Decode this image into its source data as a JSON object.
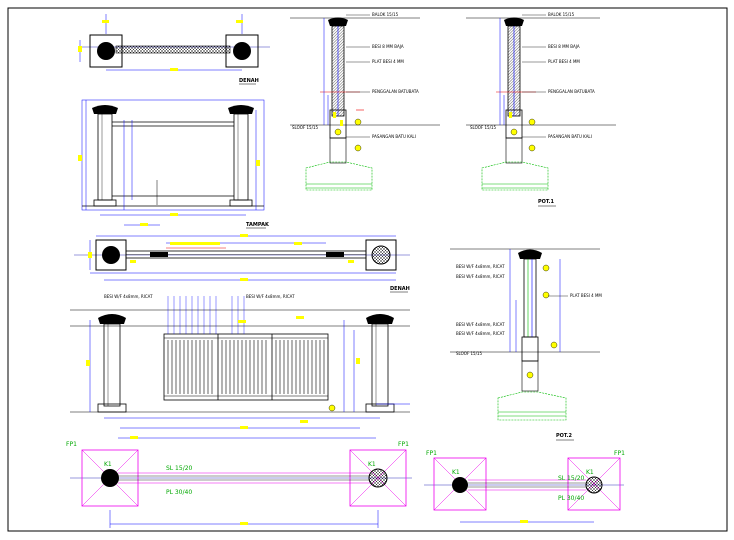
{
  "drawing": {
    "views": {
      "denah_top": "DENAH",
      "tampak_top": "TAMPAK",
      "denah_mid": "DENAH",
      "pot1": "POT.1",
      "pot2": "POT.2"
    },
    "section1_notes": [
      "BALOK 15/15",
      "BESI 8 MM BAJA",
      "PLAT BESI 4 MM",
      "PENGGALAN BATUBATA",
      "SLOOF 15/15",
      "PASANGAN BATU KALI"
    ],
    "section2_notes": [
      "BALOK 15/15",
      "BESI 8 MM BAJA",
      "PLAT BESI 4 MM",
      "PENGGALAN BATUBATA",
      "SLOOF 15/15",
      "PASANGAN BATU KALI"
    ],
    "pot2_notes": [
      "BESI W/F 4x8mm, RICAT",
      "BESI W/F 4x8mm, RICAT",
      "PLAT BESI 4 MM",
      "BESI W/F 4x8mm, RICAT",
      "BESI W/F 4x8mm, RICAT",
      "SLOOF 15/15"
    ],
    "elevation_notes": [
      "BESI W/F 4x8mm, RICAT",
      "BESI W/F 4x8mm, RICAT"
    ],
    "plan_labels": {
      "fp1_left": "FP1",
      "fp1_right": "FP1",
      "k1_left": "K1",
      "k1_right": "K1",
      "sl": "SL 15/20",
      "pl": "PL 30/40",
      "fp1_left2": "FP1",
      "fp1_right2": "FP1",
      "k1_left2": "K1",
      "k1_right2": "K1",
      "sl2": "SL 15/20",
      "pl2": "PL 30/40"
    },
    "colors": {
      "line": "#000000",
      "dimension": "#0000ff",
      "footing": "#00c000",
      "pile_cap": "#e000e0",
      "column_fill": "#ffff00",
      "detail_red": "#e00000"
    }
  }
}
